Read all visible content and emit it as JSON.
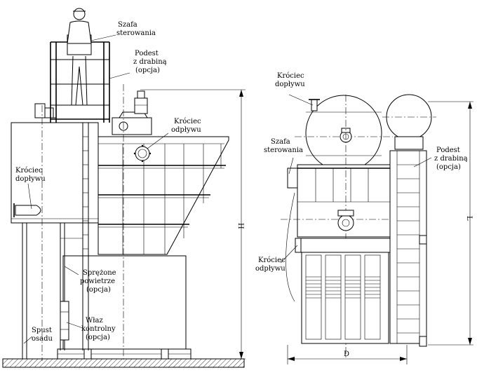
{
  "labels": {
    "left": {
      "szafa": [
        "Szafa",
        "sterowania"
      ],
      "podest": [
        "Podest",
        "z drabiną",
        "(opcja)"
      ],
      "kruciec_odplywu": [
        "Króciec",
        "odpływu"
      ],
      "kruciec_doplywu": [
        "Króciec",
        "dopływu"
      ],
      "sprezone": [
        "Sprężone",
        "powietrze",
        "(opcja)"
      ],
      "wlaz": [
        "Właz",
        "kontrolny",
        "(opcja)"
      ],
      "spust": [
        "Spust",
        "osadu"
      ],
      "dim_h": "H"
    },
    "right": {
      "kruciec_doplywu": [
        "Króciec",
        "dopływu"
      ],
      "szafa": [
        "Szafa",
        "sterowania"
      ],
      "podest": [
        "Podest",
        "z drabiną",
        "(opcja)"
      ],
      "kruciec_odplywu": [
        "Króciec",
        "odpływu"
      ],
      "dim_l": "L",
      "dim_d": "D"
    }
  }
}
